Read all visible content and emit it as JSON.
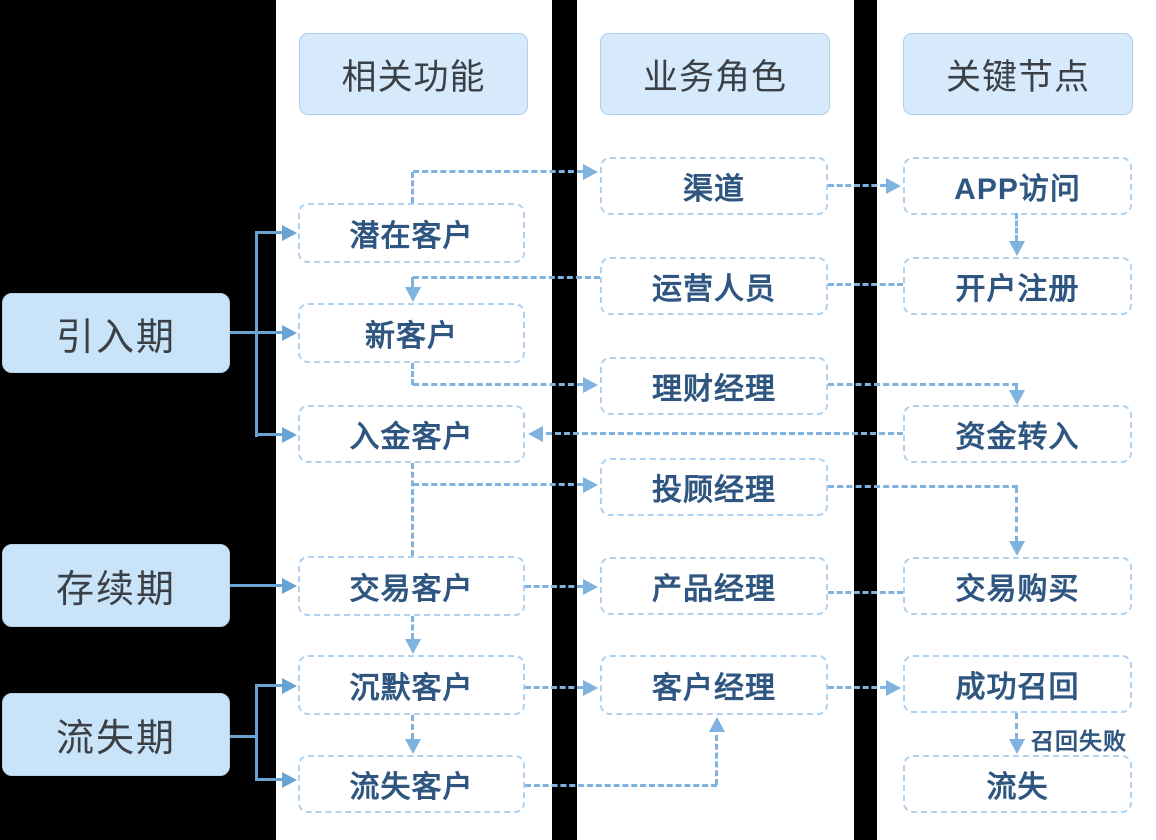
{
  "stages": [
    {
      "label": "引入期"
    },
    {
      "label": "存续期"
    },
    {
      "label": "流失期"
    }
  ],
  "columns": [
    {
      "header": "相关功能",
      "boxes": [
        {
          "label": "潜在客户"
        },
        {
          "label": "新客户"
        },
        {
          "label": "入金客户"
        },
        {
          "label": "交易客户"
        },
        {
          "label": "沉默客户"
        },
        {
          "label": "流失客户"
        }
      ]
    },
    {
      "header": "业务角色",
      "boxes": [
        {
          "label": "渠道"
        },
        {
          "label": "运营人员"
        },
        {
          "label": "理财经理"
        },
        {
          "label": "投顾经理"
        },
        {
          "label": "产品经理"
        },
        {
          "label": "客户经理"
        }
      ]
    },
    {
      "header": "关键节点",
      "boxes": [
        {
          "label": "APP访问"
        },
        {
          "label": "开户注册"
        },
        {
          "label": "资金转入"
        },
        {
          "label": "交易购买"
        },
        {
          "label": "成功召回"
        },
        {
          "label": "流失"
        }
      ]
    }
  ],
  "annotations": {
    "recall_fail_label": "召回失败"
  },
  "colors": {
    "canvas_bg": "#000000",
    "column_bg": "#FFFFFF",
    "header_fill": "#D7EAFB",
    "stage_fill": "#C9E3F9",
    "box_border": "#B0D2F0",
    "box_text": "#2F5680",
    "dashed_line": "#7FB2DE",
    "solid_line": "#69A3D4"
  }
}
